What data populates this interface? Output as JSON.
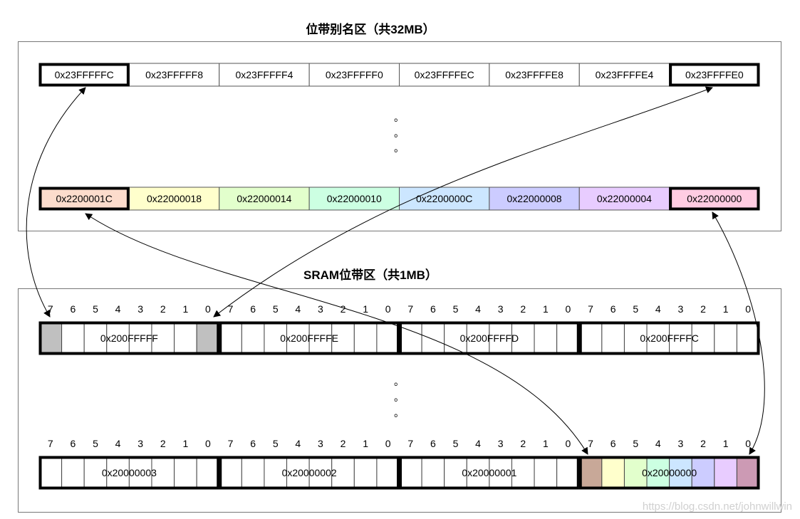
{
  "alias_region": {
    "title": "位带别名区（共32MB）",
    "top_row": [
      "0x23FFFFFC",
      "0x23FFFFF8",
      "0x23FFFFF4",
      "0x23FFFFF0",
      "0x23FFFFEC",
      "0x23FFFFE8",
      "0x23FFFFE4",
      "0x23FFFFE0"
    ],
    "bottom_row": [
      "0x2200001C",
      "0x22000018",
      "0x22000014",
      "0x22000010",
      "0x2200000C",
      "0x22000008",
      "0x22000004",
      "0x22000000"
    ],
    "bottom_row_colors": [
      "#fcdccc",
      "#ffffcc",
      "#e2ffcc",
      "#ccffe2",
      "#cce6ff",
      "#ccccff",
      "#e8ccff",
      "#ffcce2"
    ],
    "ellipsis": "。"
  },
  "sram_region": {
    "title": "SRAM位带区（共1MB）",
    "bit_labels": [
      "7",
      "6",
      "5",
      "4",
      "3",
      "2",
      "1",
      "0"
    ],
    "top_bytes": [
      "0x200FFFFF",
      "0x200FFFFE",
      "0x200FFFFD",
      "0x200FFFFC"
    ],
    "bottom_bytes": [
      "0x20000003",
      "0x20000002",
      "0x20000001",
      "0x20000000"
    ],
    "highlight_bit_colors": [
      "#c8a898",
      "#ffffcc",
      "#e2ffcc",
      "#ccffe2",
      "#cce6ff",
      "#ccccff",
      "#e8ccff",
      "#cc9ab4"
    ],
    "gray_bit_color": "#c0c0c0",
    "ellipsis": "。"
  },
  "watermark": "https://blog.csdn.net/johnwillwin"
}
